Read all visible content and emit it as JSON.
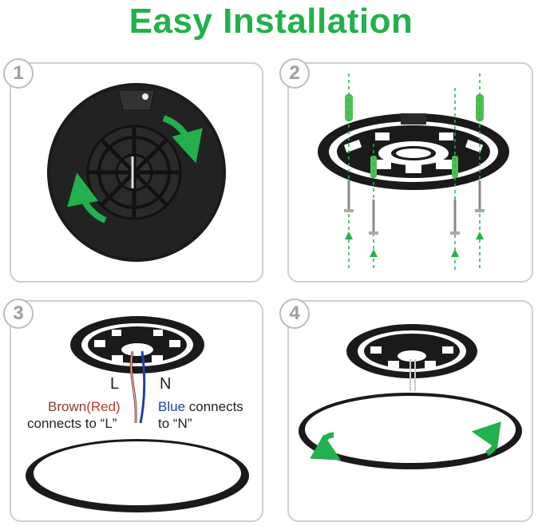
{
  "title": "Easy Installation",
  "colors": {
    "accent": "#22b14c",
    "brown": "#8b3a2b",
    "blue": "#1f3fa8",
    "fixture": "#151515"
  },
  "steps": [
    {
      "number": "1"
    },
    {
      "number": "2"
    },
    {
      "number": "3",
      "wire_labels": {
        "left": "L",
        "right": "N"
      },
      "brown_note": {
        "color_word": "Brown",
        "paren_word": "(Red)",
        "rest": "connects to “L”"
      },
      "blue_note": {
        "color_word": "Blue",
        "tail": " connects",
        "rest": "to “N”"
      }
    },
    {
      "number": "4"
    }
  ]
}
